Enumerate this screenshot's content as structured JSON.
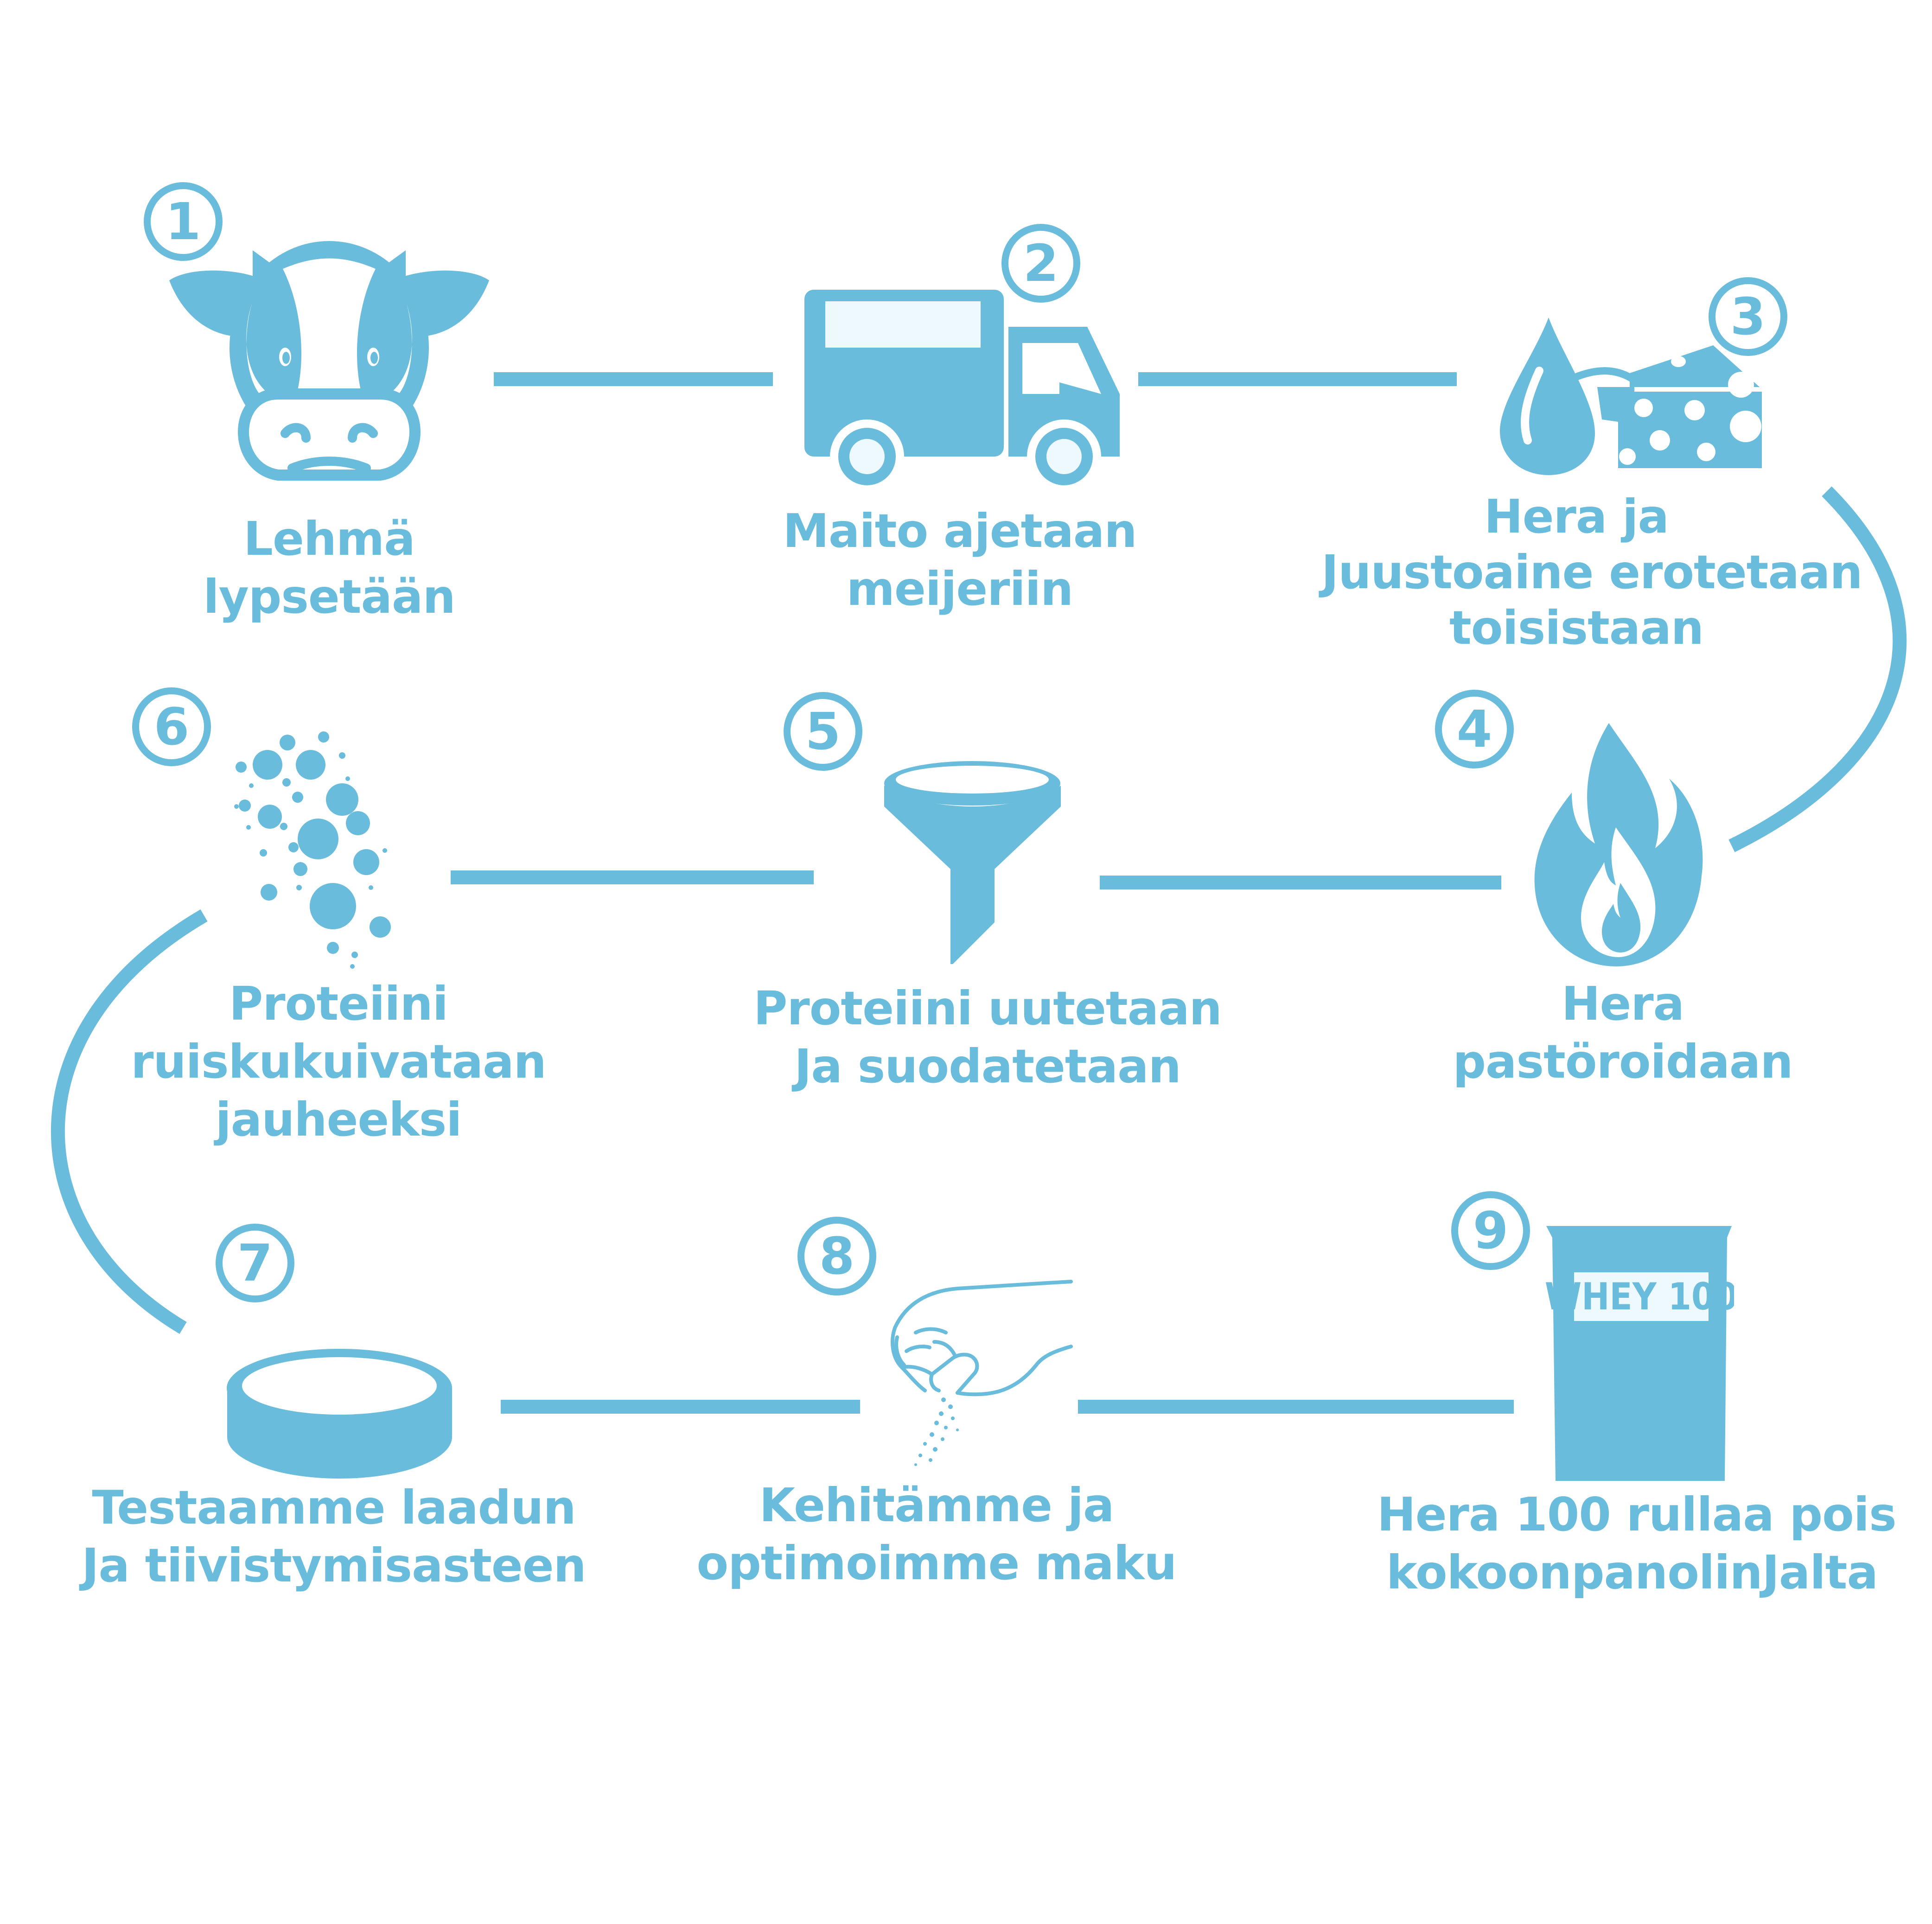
{
  "colors": {
    "accent": "#69bcdc",
    "light": "#eef9fd",
    "background": "#ffffff"
  },
  "steps": [
    {
      "number": "1",
      "icon": "cow-icon",
      "lines": [
        "Lehmä",
        "lypsetään"
      ]
    },
    {
      "number": "2",
      "icon": "truck-icon",
      "lines": [
        "Maito ajetaan",
        "meijeriin"
      ]
    },
    {
      "number": "3",
      "icon": "cheese-drop-icon",
      "lines": [
        "Hera ja",
        "Juustoaine erotetaan",
        "toisistaan"
      ]
    },
    {
      "number": "4",
      "icon": "flame-icon",
      "lines": [
        "Hera",
        "pastöroidaan"
      ]
    },
    {
      "number": "5",
      "icon": "funnel-icon",
      "lines": [
        "Proteiini uutetaan",
        "Ja suodatetaan"
      ]
    },
    {
      "number": "6",
      "icon": "bubbles-icon",
      "lines": [
        "Proteiini",
        "ruiskukuivataan",
        "jauheeksi"
      ]
    },
    {
      "number": "7",
      "icon": "dish-icon",
      "lines": [
        "Testaamme laadun",
        "Ja tiivistymisasteen"
      ]
    },
    {
      "number": "8",
      "icon": "sprinkle-hand-icon",
      "lines": [
        "Kehitämme ja",
        "optimoimme maku"
      ]
    },
    {
      "number": "9",
      "icon": "bag-icon",
      "lines": [
        "Hera 100 rullaa pois",
        "kokoonpanolinJalta"
      ]
    }
  ],
  "bag": {
    "label": "WHEY 100"
  }
}
